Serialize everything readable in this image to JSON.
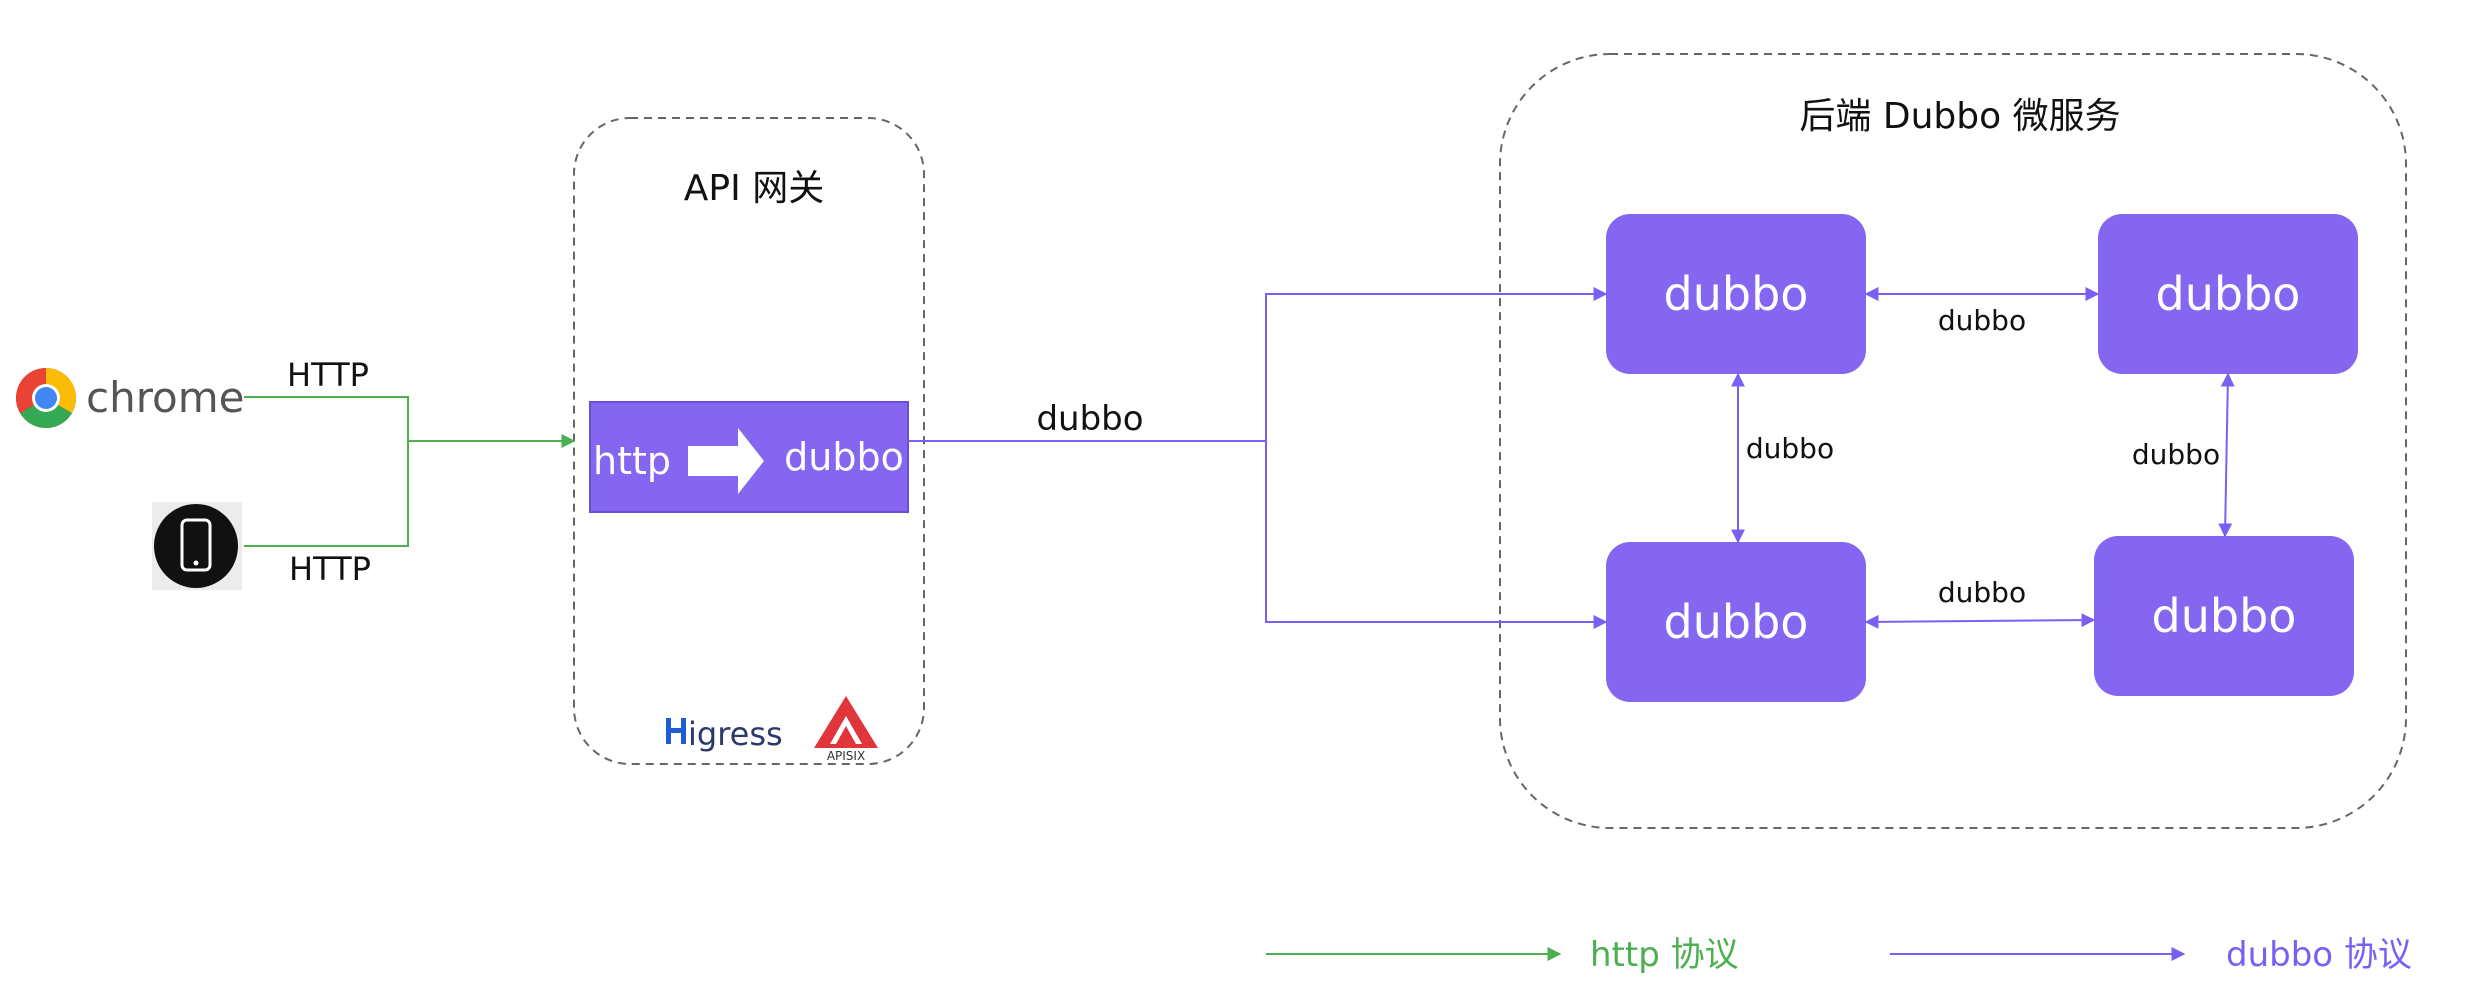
{
  "gateway": {
    "title": "API 网关",
    "converter": {
      "from_label": "http",
      "to_label": "dubbo"
    },
    "logos": {
      "higress": "Higress",
      "apisix": "APISIX"
    }
  },
  "backend": {
    "title": "后端 Dubbo 微服务",
    "nodes": [
      "dubbo",
      "dubbo",
      "dubbo",
      "dubbo"
    ],
    "edge_labels": [
      "dubbo",
      "dubbo",
      "dubbo",
      "dubbo"
    ]
  },
  "clients": {
    "browser_label": "chrome",
    "browser_edge_label": "HTTP",
    "mobile_edge_label": "HTTP"
  },
  "gateway_to_backend_label": "dubbo",
  "legend": {
    "http_label": "http 协议",
    "dubbo_label": "dubbo 协议"
  },
  "colors": {
    "http": "#4caf50",
    "dubbo": "#7b5ff5",
    "node_fill": "#8466f0",
    "dash": "#666666"
  },
  "icons": [
    "chrome-icon",
    "smartphone-icon",
    "arrow-right-icon",
    "higress-logo",
    "apisix-logo"
  ]
}
